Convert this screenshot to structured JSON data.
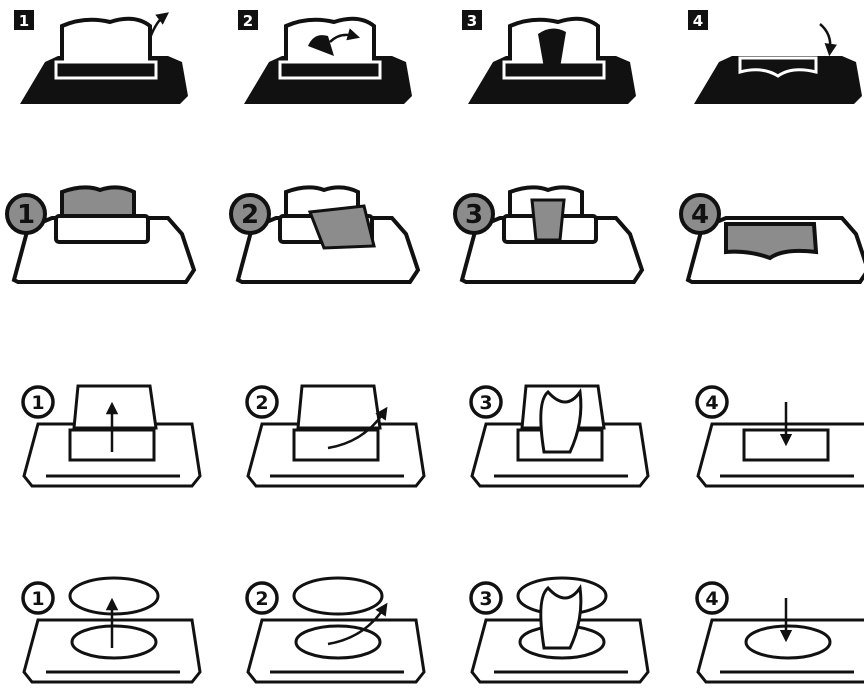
{
  "rows": [
    {
      "style": "black-filled-rectangular",
      "badge_shape": "square",
      "steps": [
        {
          "number": "1",
          "action": "open lid"
        },
        {
          "number": "2",
          "action": "pull wipe"
        },
        {
          "number": "3",
          "action": "lift wipe"
        },
        {
          "number": "4",
          "action": "close lid"
        }
      ]
    },
    {
      "style": "outline-gray-rectangular",
      "badge_shape": "circle-gray",
      "steps": [
        {
          "number": "1",
          "action": "open lid"
        },
        {
          "number": "2",
          "action": "pull wipe"
        },
        {
          "number": "3",
          "action": "lift wipe"
        },
        {
          "number": "4",
          "action": "close lid"
        }
      ]
    },
    {
      "style": "line-art-rectangular-lid",
      "badge_shape": "circle-outline",
      "steps": [
        {
          "number": "1",
          "action": "open lid"
        },
        {
          "number": "2",
          "action": "pull wipe"
        },
        {
          "number": "3",
          "action": "lift wipe"
        },
        {
          "number": "4",
          "action": "close lid"
        }
      ]
    },
    {
      "style": "line-art-oval-lid",
      "badge_shape": "circle-outline",
      "steps": [
        {
          "number": "1",
          "action": "open lid"
        },
        {
          "number": "2",
          "action": "pull wipe"
        },
        {
          "number": "3",
          "action": "lift wipe"
        },
        {
          "number": "4",
          "action": "close lid"
        }
      ]
    }
  ],
  "colors": {
    "ink": "#111111",
    "gray": "#8c8c8c",
    "paper": "#ffffff"
  }
}
